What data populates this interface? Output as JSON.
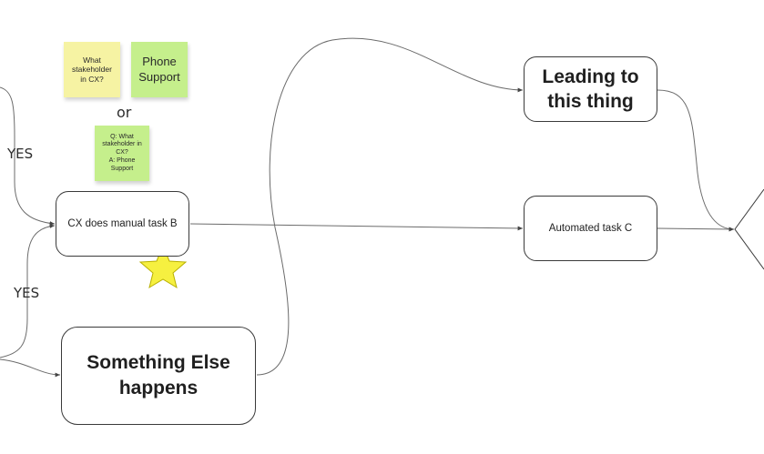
{
  "nodes": {
    "manual_task_b": "CX does manual task B",
    "something_else": "Something Else happens",
    "leading_to": "Leading to this thing",
    "automated_task_c": "Automated task C"
  },
  "stickies": {
    "question": "What\nstakeholder\nin CX?",
    "answer": "Phone\nSupport",
    "qa": "Q: What\nstakeholder in\nCX?\nA: Phone\nSupport"
  },
  "labels": {
    "or": "or",
    "yes_top": "YES",
    "yes_bottom": "YES"
  },
  "colors": {
    "sticky_yellow": "#f6f3a3",
    "sticky_green": "#c5ef8c",
    "star_fill": "#f6f040",
    "line": "#6b6b6b"
  }
}
